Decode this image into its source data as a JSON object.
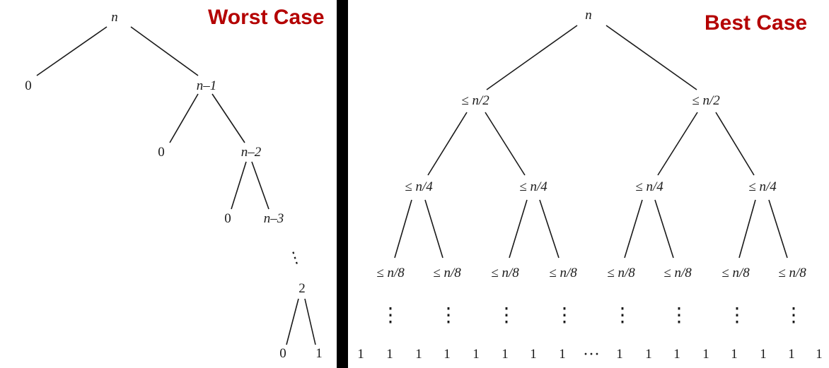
{
  "title_color": "#b40000",
  "line_color": "#1a1a1a",
  "worst": {
    "title": "Worst Case",
    "root": "n",
    "nodes": [
      "0",
      "n–1",
      "0",
      "n–2",
      "0",
      "n–3",
      "2",
      "0",
      "1"
    ],
    "ellipsis": "⋮"
  },
  "best": {
    "title": "Best Case",
    "root": "n",
    "level1": [
      "≤ n/2",
      "≤ n/2"
    ],
    "level2": [
      "≤ n/4",
      "≤ n/4",
      "≤ n/4",
      "≤ n/4"
    ],
    "level3": [
      "≤ n/8",
      "≤ n/8",
      "≤ n/8",
      "≤ n/8",
      "≤ n/8",
      "≤ n/8",
      "≤ n/8",
      "≤ n/8"
    ],
    "vdots": "⋮",
    "leaves_left": [
      "1",
      "1",
      "1",
      "1",
      "1",
      "1",
      "1",
      "1"
    ],
    "leaves_ellipsis": "···",
    "leaves_right": [
      "1",
      "1",
      "1",
      "1",
      "1",
      "1",
      "1",
      "1"
    ]
  }
}
